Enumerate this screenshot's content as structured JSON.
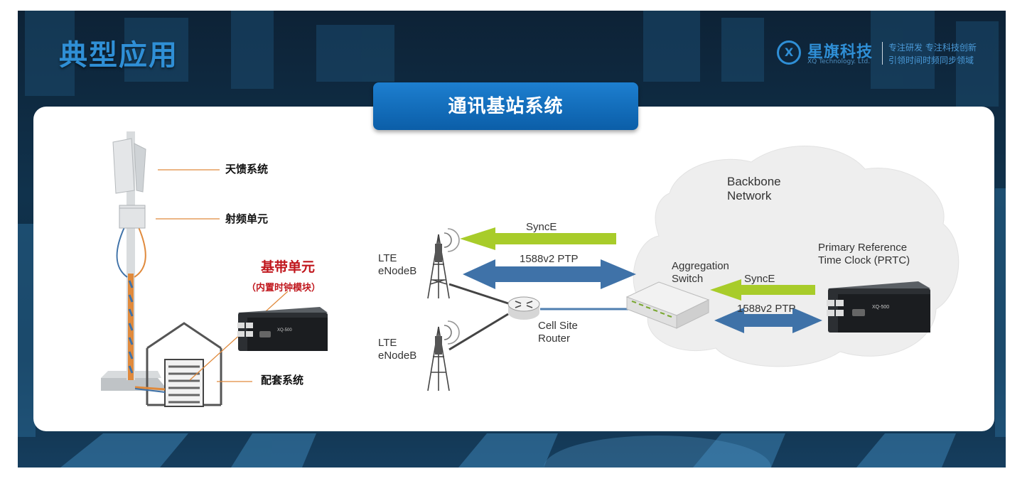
{
  "header": {
    "title": "典型应用",
    "logo": {
      "name_cn": "星旗科技",
      "name_en": "XQ Technology. Ltd.",
      "tagline_1": "专注研发 专注科技创新",
      "tagline_2": "引领时间时频同步领域"
    }
  },
  "banner": {
    "title": "通讯基站系统"
  },
  "tower_labels": {
    "antenna": "天馈系统",
    "rf_unit": "射频单元",
    "baseband": "基带单元",
    "baseband_note": "（内置时钟模块）",
    "support": "配套系统"
  },
  "network": {
    "lte_top": [
      "LTE",
      "eNodeB"
    ],
    "lte_bottom": [
      "LTE",
      "eNodeB"
    ],
    "router": [
      "Cell Site",
      "Router"
    ],
    "aggregation": [
      "Aggregation",
      "Switch"
    ],
    "backbone": [
      "Backbone",
      "Network"
    ],
    "prtc": [
      "Primary Reference",
      "Time Clock (PRTC)"
    ],
    "synce_top": "SyncE",
    "ptp_top": "1588v2 PTP",
    "synce_right": "SyncE",
    "ptp_right": "1588v2 PTP"
  },
  "device": {
    "model": "XQ-500"
  },
  "colors": {
    "accent_blue": "#2f8fd6",
    "synce_green": "#a8cc2a",
    "ptp_blue": "#3f72a8",
    "label_red": "#c0161c"
  }
}
